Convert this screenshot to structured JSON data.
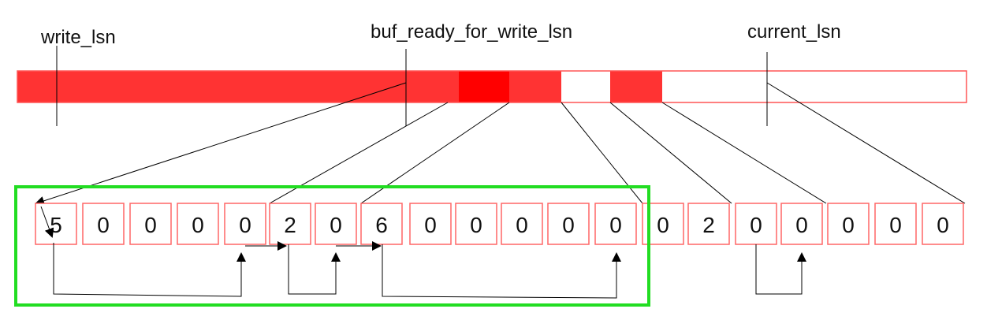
{
  "labels": {
    "write_lsn": "write_lsn",
    "buf_ready": "buf_ready_for_write_lsn",
    "current_lsn": "current_lsn"
  },
  "bar_segments": [
    "filled",
    "filled-dark",
    "filled",
    "empty",
    "filled",
    "empty"
  ],
  "cells": [
    "5",
    "0",
    "0",
    "0",
    "0",
    "2",
    "0",
    "6",
    "0",
    "0",
    "0",
    "0",
    "0",
    "0",
    "2",
    "0",
    "0",
    "0",
    "0"
  ],
  "colors": {
    "fill": "#ff3333",
    "fill_dark": "#ff0000",
    "cell_border": "#ff6666",
    "highlight": "#22dd22",
    "line": "#000000"
  }
}
